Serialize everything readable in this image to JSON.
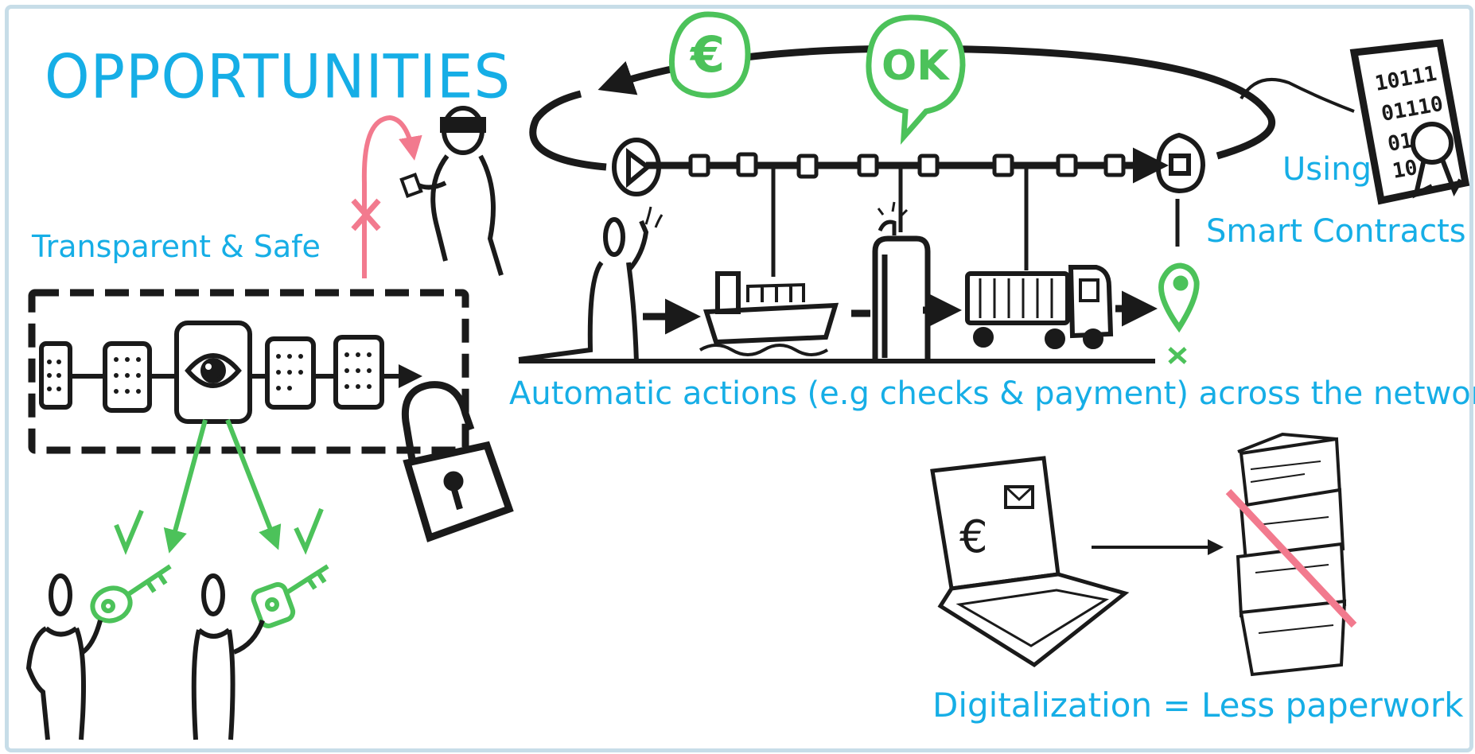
{
  "title": "OPPORTUNITIES",
  "labels": {
    "transparent_safe": "Transparent & Safe",
    "automatic_actions": "Automatic actions (e.g checks & payment) across the network",
    "using": "Using",
    "smart_contracts": "Smart Contracts",
    "digitalization": "Digitalization = Less paperwork"
  },
  "bubbles": {
    "euro": "€",
    "ok": "OK"
  },
  "laptop_symbol": "€",
  "contract_digits": [
    "10111",
    "01110",
    "01",
    "10"
  ],
  "colors": {
    "text_blue": "#16aee6",
    "green": "#4cc25a",
    "red": "#f27a8e",
    "ink": "#1a1a1a",
    "frame": "#c7dde8"
  }
}
